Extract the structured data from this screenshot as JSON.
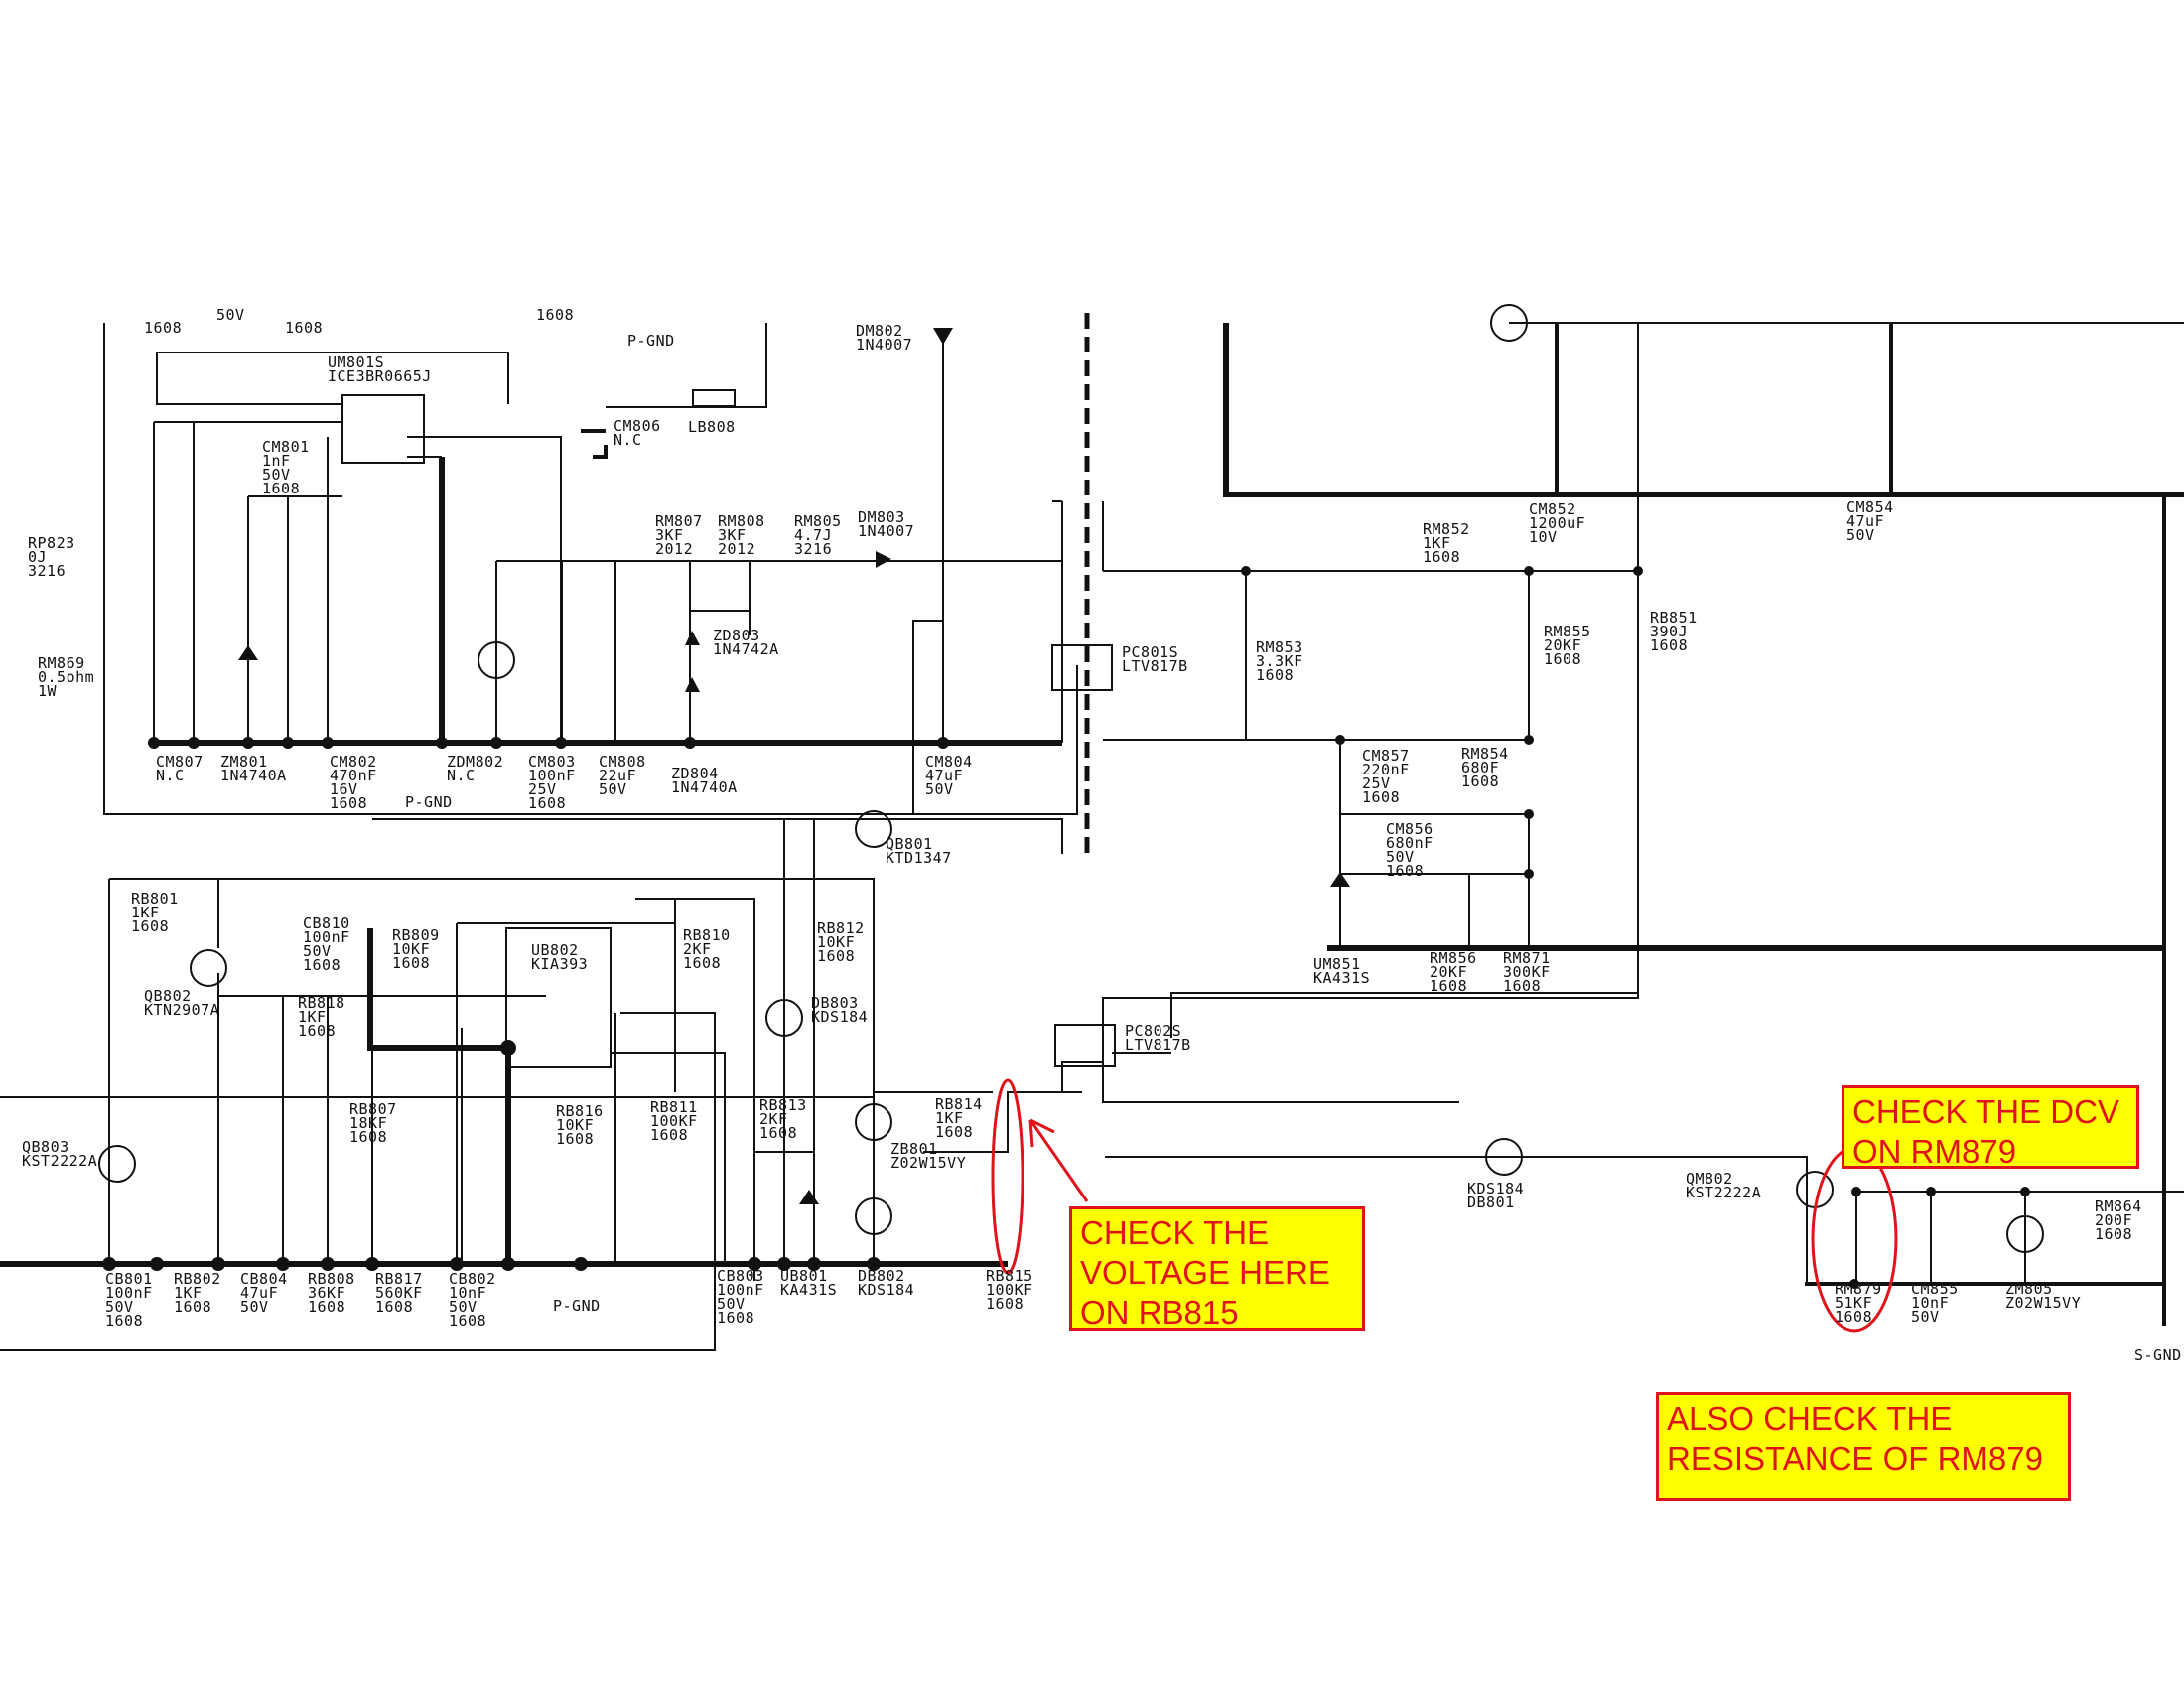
{
  "notes": {
    "rb815": "CHECK THE\nVOLTAGE HERE\nON RB815",
    "dcv": "CHECK THE DCV\nON RM879",
    "resistance": "ALSO CHECK THE\nRESISTANCE OF RM879"
  },
  "components": [
    {
      "id": "um801s",
      "lines": [
        "UM801S",
        "ICE3BR0665J"
      ]
    },
    {
      "id": "dm802",
      "lines": [
        "DM802",
        "1N4007"
      ]
    },
    {
      "id": "pgnd-top",
      "lines": [
        "P-GND"
      ]
    },
    {
      "id": "cm806",
      "lines": [
        "CM806",
        "N.C"
      ]
    },
    {
      "id": "lb808",
      "lines": [
        "LB808"
      ]
    },
    {
      "id": "cm801",
      "lines": [
        "CM801",
        "1nF",
        "50V",
        "1608"
      ]
    },
    {
      "id": "rp823",
      "lines": [
        "RP823",
        "0J",
        "3216"
      ]
    },
    {
      "id": "rm869",
      "lines": [
        "RM869",
        "0.5ohm",
        "1W"
      ]
    },
    {
      "id": "rm807",
      "lines": [
        "RM807",
        "3KF",
        "2012"
      ]
    },
    {
      "id": "rm808",
      "lines": [
        "RM808",
        "3KF",
        "2012"
      ]
    },
    {
      "id": "rm805",
      "lines": [
        "RM805",
        "4.7J",
        "3216"
      ]
    },
    {
      "id": "dm803",
      "lines": [
        "DM803",
        "1N4007"
      ]
    },
    {
      "id": "zd803",
      "lines": [
        "ZD803",
        "1N4742A"
      ]
    },
    {
      "id": "zd804",
      "lines": [
        "ZD804",
        "1N4740A"
      ]
    },
    {
      "id": "cm807",
      "lines": [
        "CM807",
        "",
        "N.C"
      ]
    },
    {
      "id": "zm801",
      "lines": [
        "ZM801",
        "1N4740A"
      ]
    },
    {
      "id": "cm802",
      "lines": [
        "CM802",
        "470nF",
        "16V",
        "1608"
      ]
    },
    {
      "id": "pgnd-mid",
      "lines": [
        "P-GND"
      ]
    },
    {
      "id": "zdm802",
      "lines": [
        "ZDM802",
        "N.C"
      ]
    },
    {
      "id": "cm803",
      "lines": [
        "CM803",
        "100nF",
        "25V",
        "1608"
      ]
    },
    {
      "id": "cm808",
      "lines": [
        "CM808",
        "22uF",
        "50V"
      ]
    },
    {
      "id": "cm804",
      "lines": [
        "CM804",
        "47uF",
        "50V"
      ]
    },
    {
      "id": "pc801s",
      "lines": [
        "PC801S",
        "LTV817B"
      ]
    },
    {
      "id": "rm853",
      "lines": [
        "RM853",
        "3.3KF",
        "1608"
      ]
    },
    {
      "id": "rm852",
      "lines": [
        "RM852",
        "1KF",
        "1608"
      ]
    },
    {
      "id": "cm852",
      "lines": [
        "CM852",
        "1200uF",
        "10V"
      ]
    },
    {
      "id": "cm854",
      "lines": [
        "CM854",
        "47uF",
        "50V"
      ]
    },
    {
      "id": "rm855",
      "lines": [
        "RM855",
        "20KF",
        "1608"
      ]
    },
    {
      "id": "rb851",
      "lines": [
        "RB851",
        "390J",
        "1608"
      ]
    },
    {
      "id": "cm857",
      "lines": [
        "CM857",
        "220nF",
        "25V",
        "1608"
      ]
    },
    {
      "id": "rm854",
      "lines": [
        "RM854",
        "680F",
        "1608"
      ]
    },
    {
      "id": "cm856",
      "lines": [
        "CM856",
        "680nF",
        "50V",
        "1608"
      ]
    },
    {
      "id": "um851",
      "lines": [
        "UM851",
        "KA431S"
      ]
    },
    {
      "id": "rm856",
      "lines": [
        "RM856",
        "20KF",
        "1608"
      ]
    },
    {
      "id": "rm871",
      "lines": [
        "RM871",
        "300KF",
        "1608"
      ]
    },
    {
      "id": "qb801",
      "lines": [
        "QB801",
        "KTD1347"
      ]
    },
    {
      "id": "rb801",
      "lines": [
        "RB801",
        "1KF",
        "1608"
      ]
    },
    {
      "id": "cb810",
      "lines": [
        "CB810",
        "100nF",
        "50V",
        "1608"
      ]
    },
    {
      "id": "rb809",
      "lines": [
        "RB809",
        "10KF",
        "1608"
      ]
    },
    {
      "id": "ub802",
      "lines": [
        "UB802",
        "KIA393"
      ]
    },
    {
      "id": "rb810",
      "lines": [
        "RB810",
        "2KF",
        "1608"
      ]
    },
    {
      "id": "rb812",
      "lines": [
        "RB812",
        "10KF",
        "1608"
      ]
    },
    {
      "id": "db803",
      "lines": [
        "DB803",
        "KDS184"
      ]
    },
    {
      "id": "qb802",
      "lines": [
        "QB802",
        "KTN2907A"
      ]
    },
    {
      "id": "rb818",
      "lines": [
        "RB818",
        "1KF",
        "1608"
      ]
    },
    {
      "id": "pc802s",
      "lines": [
        "PC802S",
        "LTV817B"
      ]
    },
    {
      "id": "rb807",
      "lines": [
        "RB807",
        "18KF",
        "1608"
      ]
    },
    {
      "id": "rb816",
      "lines": [
        "RB816",
        "10KF",
        "1608"
      ]
    },
    {
      "id": "rb811",
      "lines": [
        "RB811",
        "100KF",
        "1608"
      ]
    },
    {
      "id": "rb813",
      "lines": [
        "RB813",
        "2KF",
        "1608"
      ]
    },
    {
      "id": "rb814",
      "lines": [
        "RB814",
        "1KF",
        "1608"
      ]
    },
    {
      "id": "zb801",
      "lines": [
        "ZB801",
        "Z02W15VY"
      ]
    },
    {
      "id": "qb803",
      "lines": [
        "QB803",
        "KST2222A"
      ]
    },
    {
      "id": "kds184",
      "lines": [
        "KDS184",
        "DB801"
      ]
    },
    {
      "id": "qm802",
      "lines": [
        "QM802",
        "KST2222A"
      ]
    },
    {
      "id": "rm864",
      "lines": [
        "RM864",
        "200F",
        "1608"
      ]
    },
    {
      "id": "cb801",
      "lines": [
        "CB801",
        "100nF",
        "50V",
        "1608"
      ]
    },
    {
      "id": "rb802",
      "lines": [
        "RB802",
        "1KF",
        "1608"
      ]
    },
    {
      "id": "cb804",
      "lines": [
        "CB804",
        "47uF",
        "50V"
      ]
    },
    {
      "id": "rb808",
      "lines": [
        "RB808",
        "36KF",
        "1608"
      ]
    },
    {
      "id": "rb817",
      "lines": [
        "RB817",
        "560KF",
        "1608"
      ]
    },
    {
      "id": "cb802",
      "lines": [
        "CB802",
        "10nF",
        "50V",
        "1608"
      ]
    },
    {
      "id": "pgnd-bot",
      "lines": [
        "P-GND"
      ]
    },
    {
      "id": "cb803",
      "lines": [
        "CB803",
        "100nF",
        "50V",
        "1608"
      ]
    },
    {
      "id": "ub801",
      "lines": [
        "UB801",
        "KA431S"
      ]
    },
    {
      "id": "db802",
      "lines": [
        "DB802",
        "KDS184"
      ]
    },
    {
      "id": "rb815",
      "lines": [
        "RB815",
        "100KF",
        "1608"
      ]
    },
    {
      "id": "rm879",
      "lines": [
        "RM879",
        "51KF",
        "1608"
      ]
    },
    {
      "id": "cm855",
      "lines": [
        "CM855",
        "10nF",
        "50V"
      ]
    },
    {
      "id": "zm805",
      "lines": [
        "ZM805",
        "Z02W15VY"
      ]
    },
    {
      "id": "sgnd",
      "lines": [
        "S-GND"
      ]
    },
    {
      "id": "top-cut-1",
      "lines": [
        "1608"
      ]
    },
    {
      "id": "top-cut-2",
      "lines": [
        "50V"
      ]
    },
    {
      "id": "top-cut-3",
      "lines": [
        "1608"
      ]
    },
    {
      "id": "top-cut-4",
      "lines": [
        "1608"
      ]
    }
  ]
}
